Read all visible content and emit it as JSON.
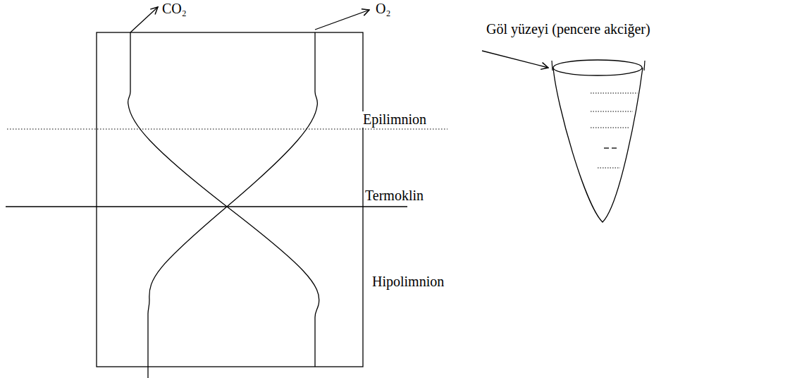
{
  "diagram": {
    "labels": [
      "CO₂",
      "O₂",
      "Epilimnion",
      "Termoklin",
      "Hipolimnion",
      "Göl yüzeyi (pencere akciğer)"
    ]
  }
}
